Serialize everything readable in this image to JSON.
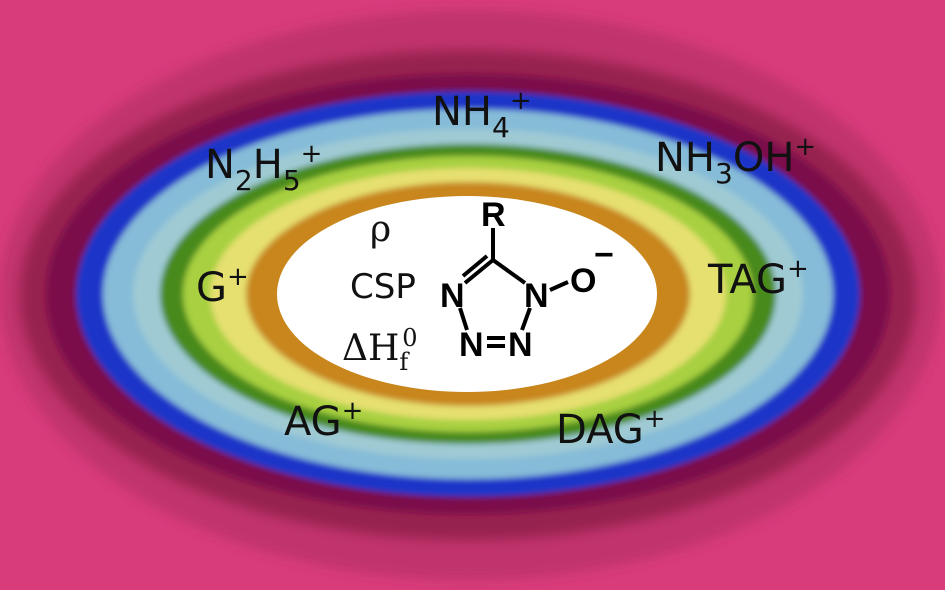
{
  "cations": {
    "nh4": {
      "main": "NH",
      "sub": "4",
      "sup": "+"
    },
    "n2h5": {
      "a": "N",
      "sub1": "2",
      "b": "H",
      "sub2": "5",
      "sup": "+"
    },
    "nh3oh": {
      "a": "NH",
      "sub": "3",
      "b": "OH",
      "sup": "+"
    },
    "g": {
      "main": "G",
      "sup": "+"
    },
    "tag": {
      "main": "TAG",
      "sup": "+"
    },
    "ag": {
      "main": "AG",
      "sup": "+"
    },
    "dag": {
      "main": "DAG",
      "sup": "+"
    }
  },
  "properties": {
    "density": "ρ",
    "csp": "CSP",
    "enthalpy": {
      "main": "ΔH",
      "sub": "f",
      "sup": "0"
    }
  },
  "molecule": {
    "r": "R",
    "n1": "N",
    "n2": "N",
    "n3": "N",
    "n4": "N",
    "o": "O",
    "charge": "−"
  },
  "colors": {
    "background": "#d83c7a",
    "maroon": "#7c0c4c",
    "blue": "#1c36c8",
    "light_blue": "#86bcd8",
    "green": "#4a8a1e",
    "light_green": "#a8d040",
    "yellow": "#e6e070",
    "orange": "#c8861e",
    "center": "#ffffff"
  }
}
